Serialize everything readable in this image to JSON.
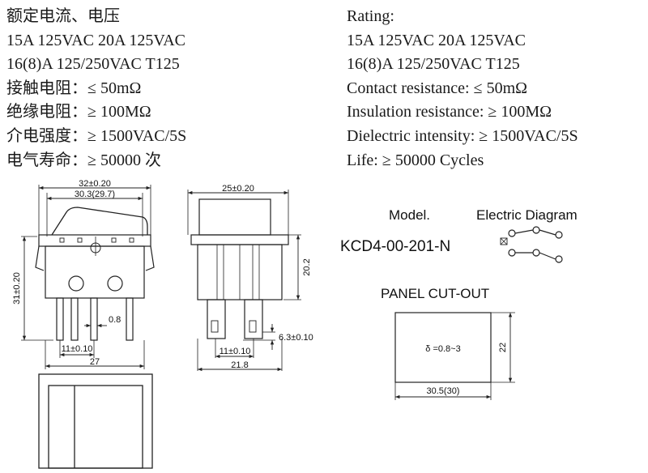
{
  "specs_cn": {
    "rating": "额定电流、电压",
    "line1": "15A 125VAC  20A 125VAC",
    "line2": "16(8)A 125/250VAC T125",
    "contact": "接触电阻：≤ 50mΩ",
    "insulation": "绝缘电阻：≥ 100MΩ",
    "dielectric": "介电强度：≥ 1500VAC/5S",
    "life": "电气寿命：≥ 50000 次"
  },
  "specs_en": {
    "rating": "Rating:",
    "line1": "15A 125VAC  20A 125VAC",
    "line2": "16(8)A 125/250VAC T125",
    "contact": "Contact resistance: ≤ 50mΩ",
    "insulation": "Insulation resistance: ≥ 100MΩ",
    "dielectric": "Dielectric intensity: ≥ 1500VAC/5S",
    "life": "Life: ≥ 50000 Cycles"
  },
  "front_view": {
    "dim_width": "32±0.20",
    "dim_inner": "30.3(29.7)",
    "dim_height": "31±0.20",
    "dim_terminal": "0.8",
    "dim_pitch": "11±0.10",
    "dim_base": "27"
  },
  "side_view": {
    "dim_width": "25±0.20",
    "dim_height": "20.2",
    "dim_terminal": "6.3±0.10",
    "dim_pitch": "11±0.10",
    "dim_base": "21.8"
  },
  "model": {
    "model_label": "Model.",
    "diagram_label": "Electric Diagram",
    "model_number": "KCD4-00-201-N"
  },
  "panel": {
    "title": "PANEL CUT-OUT",
    "thickness": "δ =0.8~3",
    "height": "22",
    "width": "30.5(30)"
  }
}
